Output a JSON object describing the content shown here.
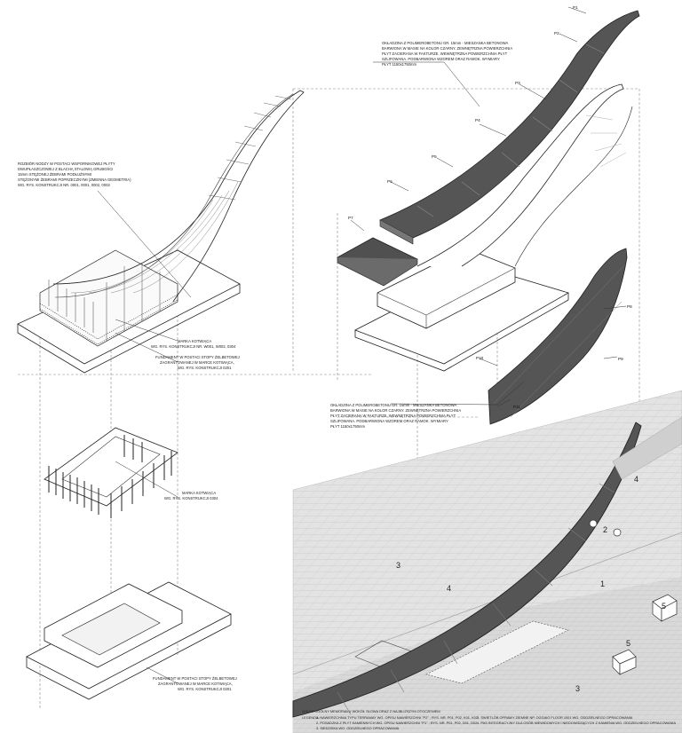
{
  "notes": {
    "n1": [
      "ROZBIÓR NODZY W POSTACI WSPORNIKOWEJ PŁYTY",
      "DWUPŁASZCZOWEJ  Z BLACHĄ STALOWĄ GRUBOŚCI",
      "15mm  STĘŻONEJ ŻEBRAMI PODŁUŻNYMI",
      "STĘŻONYMI ŻEBRAMI POPRZECZNYMI (ZMIENNA GEOMETRIA)",
      "WG. RYS. KONSTRUKCJI NR. 0001, 0001, 0002, 0003"
    ],
    "n2": [
      "OKŁADZINA Z POLIMEROBETONU GR. 15mm - MIESZANKA BETONOWA",
      "BARWIONA W MASIE NA KOLOR CZARNY. ZEWNĘTRZNA POWIERZCHNIA",
      "PŁYT ZACIERANA W FAKTURZE. WEWNĘTRZNA POWIERZCHNIA PŁYT",
      "SZLIFOWANA. PODBARWIONA WZOREM ORAZ RAMOK. WYMIARY",
      "PŁYT 1150x1750mm"
    ],
    "n3": [
      "MARKA KOTWIĄCA",
      "WG. RYS. KONSTRUKCJI NR. W001, W002, 0304"
    ],
    "n4": [
      "FUNDAMENT W POSTACI STOPY ŻELBETOWEJ",
      "ZAGRANTOWANEJ W MARCE KOTWIĄCA,",
      "WG. RYS. KONSTRUKCJI 0201"
    ],
    "n5": [
      "OKŁADZINA Z POLIMEROBETONU GR. 15mm - MIESZANKA BETONOWA",
      "BARWIONA W MASIE NA KOLOR CZARNY. ZEWNĘTRZNA POWIERZCHNIA",
      "PŁYT ZACIERANA W FAKTURZE. WEWNĘTRZNA POWIERZCHNIA PŁYT",
      "SZLIFOWANA. PODBARWIONA WZOREM ORAZ RAMOK. WYMIARY",
      "PŁYT 1150x1750mm"
    ],
    "n6": [
      "MARKA KOTWIĄCA",
      "WG. RYS. KONSTRUKCJI 0304"
    ],
    "n7": [
      "FUNDAMENT W POSTACI STOPY ŻELBETOWEJ",
      "ZAGRANTOWANEJ W MARCE KOTWIĄCA,",
      "WG. RYS. KONSTRUKCJI 0201"
    ]
  },
  "panel_tags": {
    "top": [
      "P1",
      "P2",
      "P3",
      "P4",
      "P5",
      "P6",
      "P7"
    ],
    "lower": [
      "P8",
      "P9",
      "P10",
      "P11"
    ]
  },
  "numbers": [
    "1",
    "2",
    "3",
    "3",
    "4",
    "4",
    "5",
    "5"
  ],
  "legend": {
    "title": "WIDOK OGÓLNY MEMORIAŁU WOKÓŁ SŁOWA ORAZ Z NAJBLIŻSZYM OTOCZENIEM",
    "caption": "LEGENDA:",
    "left": [
      "1. NAWIERZCHNIA TYPU TERRAMAY WG. OPISU NAWIERZCHNI \"P2\" ; RYS. NR. P01, P02, K01, K02",
      "2. POSADZKA Z PŁYT KAMIENNYCH WG. OPISU NAWIERZCHNI \"P1\" ; RYS. NR. P01, P02, D01, D02",
      "3. SIEDZISKA WG. ODDZIELNEGO OPRACOWANIA"
    ],
    "right": [
      "3. ŚWIETLÓB OPRAWY ZIEMNE NP. OGGAIO FLOOR 1001 WG. ODDZIELNEGO OPRACOWANIA",
      "4. PAS INTEGRACYJNY DLA OSÓB NIEWIDOMYCH I NIEDOWIDZĄCYCH Z KAMIENIA WG. ODDZIELNEGO OPRACOWANIA"
    ]
  }
}
